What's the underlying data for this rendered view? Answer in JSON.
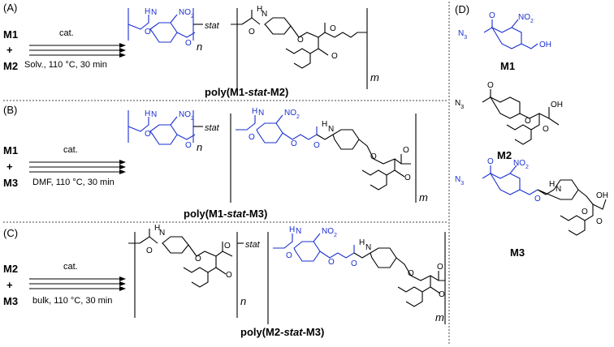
{
  "panels": {
    "a": {
      "label": "(A)",
      "monomer1": "M1",
      "plus": "+",
      "monomer2": "M2",
      "catalyst": "cat.",
      "conditions": "Solv., 110 °C, 30 min",
      "stat": "stat",
      "n": "n",
      "m": "m",
      "product_prefix": "poly(M1-",
      "product_stat": "stat",
      "product_suffix": "-M2)"
    },
    "b": {
      "label": "(B)",
      "monomer1": "M1",
      "plus": "+",
      "monomer2": "M3",
      "catalyst": "cat.",
      "conditions": "DMF, 110 °C, 30 min",
      "stat": "stat",
      "n": "n",
      "m": "m",
      "product_prefix": "poly(M1-",
      "product_stat": "stat",
      "product_suffix": "-M3)"
    },
    "c": {
      "label": "(C)",
      "monomer1": "M2",
      "plus": "+",
      "monomer2": "M3",
      "catalyst": "cat.",
      "conditions": "bulk, 110 °C, 30 min",
      "stat": "stat",
      "n": "n",
      "m": "m",
      "product_prefix": "poly(M2-",
      "product_stat": "stat",
      "product_suffix": "-M3)"
    },
    "d": {
      "label": "(D)",
      "m1_name": "M1",
      "m2_name": "M2",
      "m3_name": "M3"
    }
  },
  "atoms": {
    "h": "H",
    "n": "N",
    "o": "O",
    "no2": "NO",
    "no2_sub": "2",
    "n3": "N",
    "n3_sub": "3",
    "oh": "OH"
  },
  "colors": {
    "blue": "#1a2fd1",
    "black": "#000000"
  }
}
